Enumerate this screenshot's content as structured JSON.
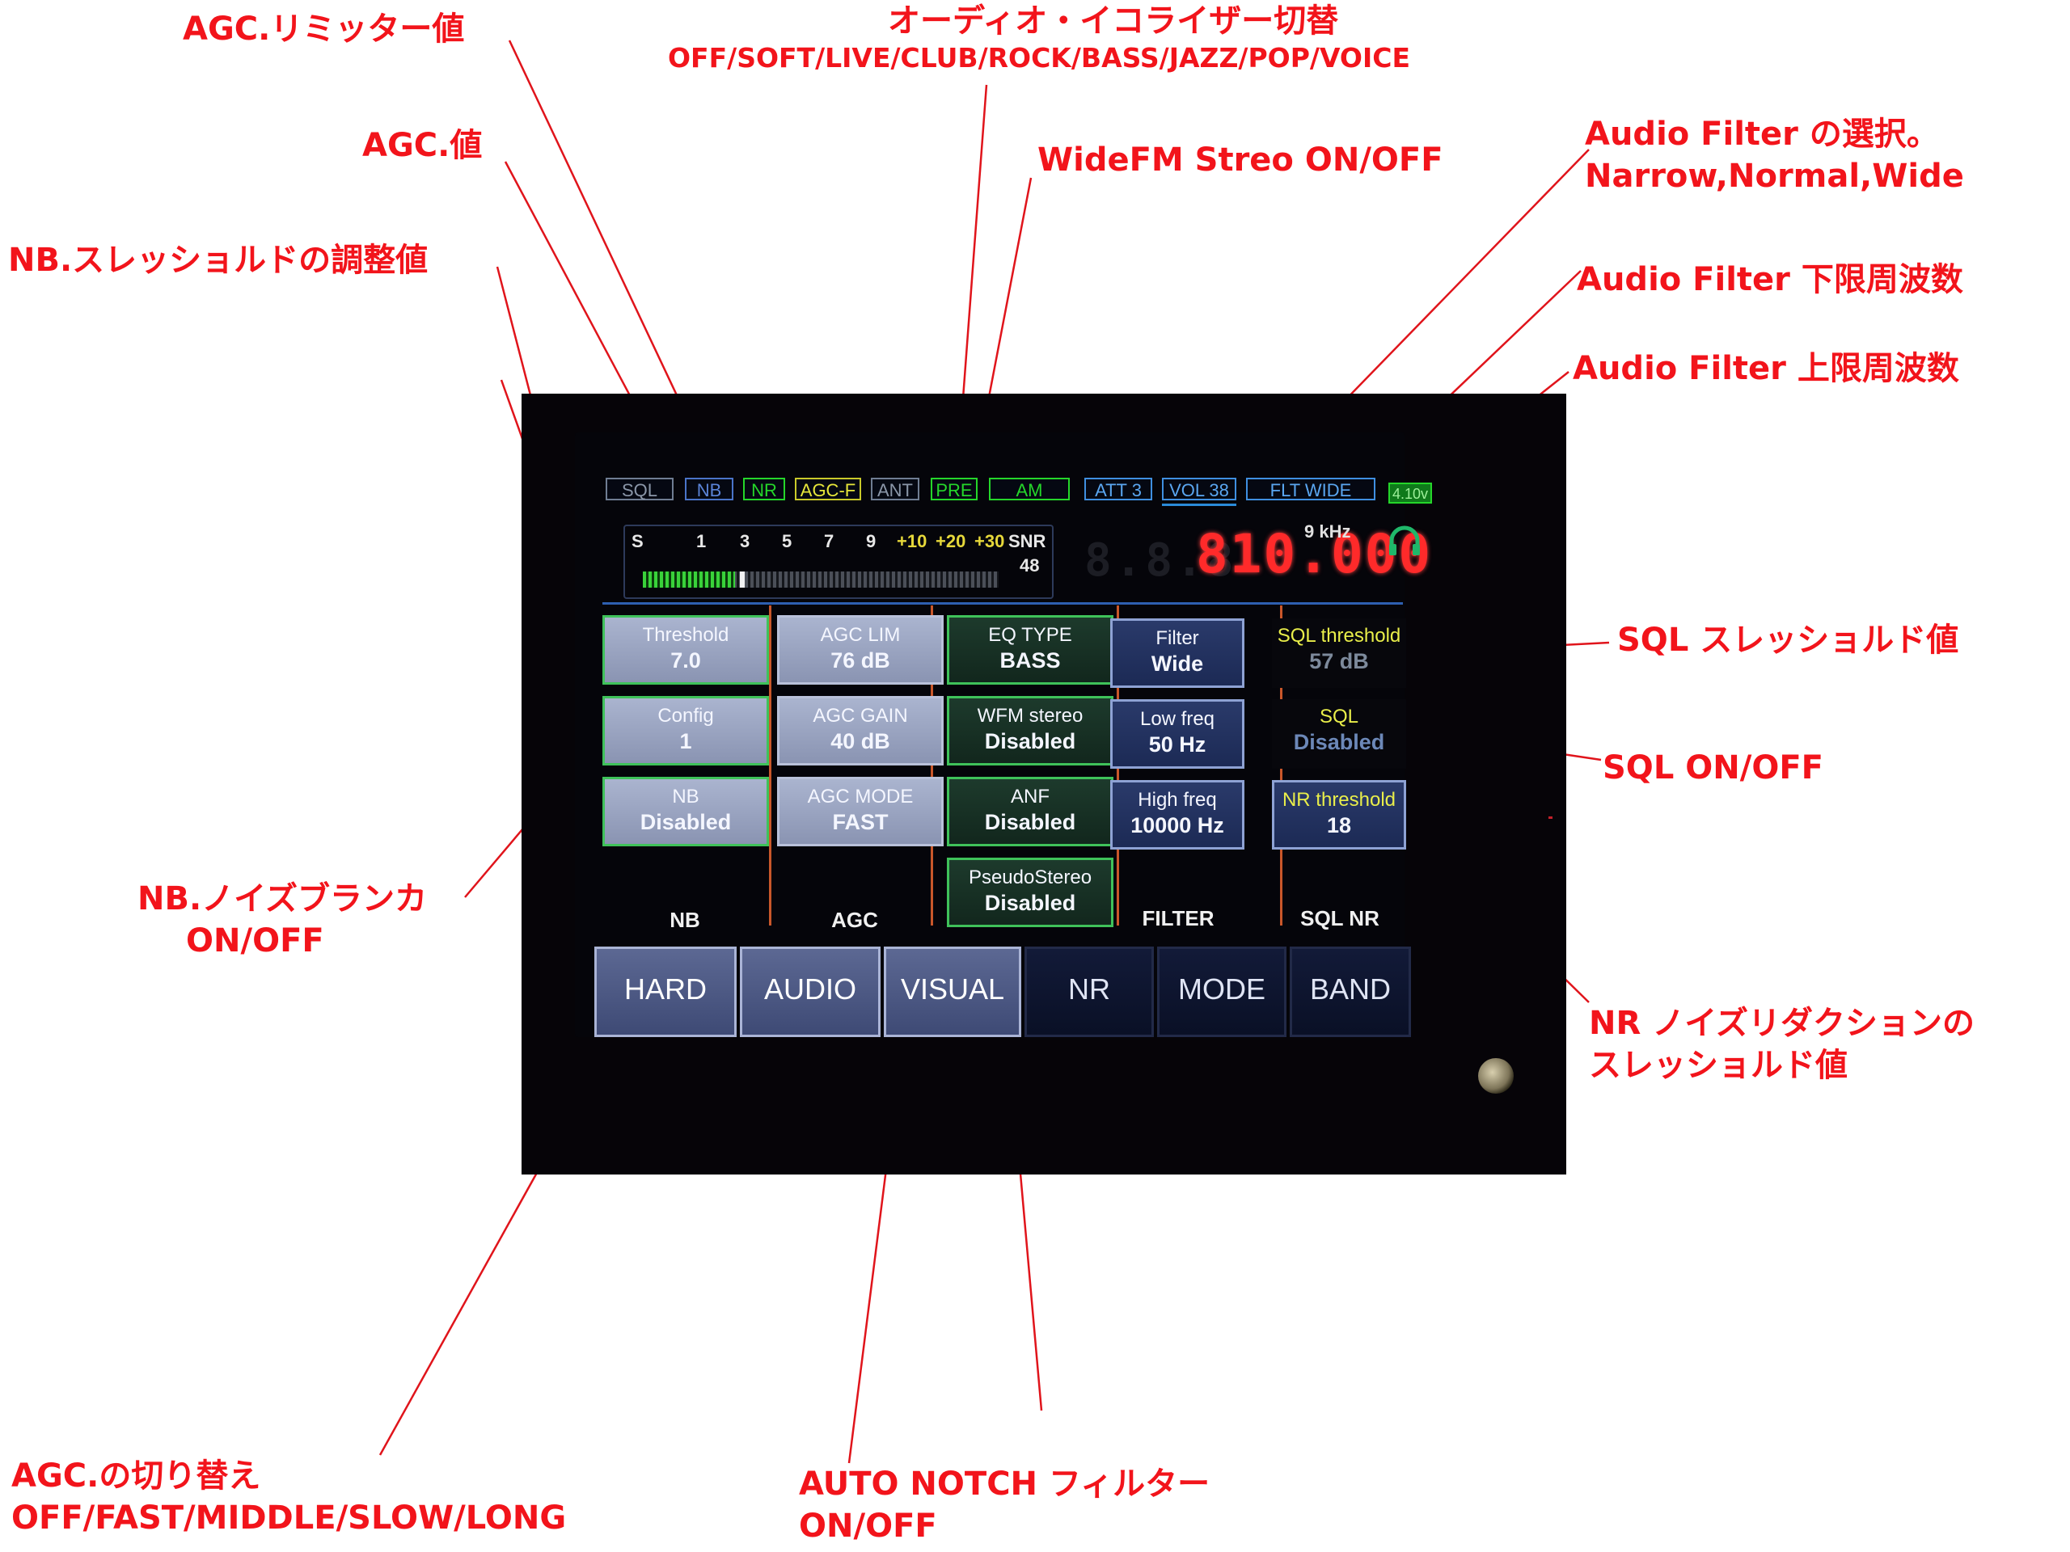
{
  "annotations": {
    "agc_limiter": "AGC.リミッター値",
    "equalizer_title": "オーディオ・イコライザー切替",
    "equalizer_options": "OFF/SOFT/LIVE/CLUB/ROCK/BASS/JAZZ/POP/VOICE",
    "agc_value": "AGC.値",
    "widefm": "WideFM Streo ON/OFF",
    "filter_select_1": "Audio Filter の選択。",
    "filter_select_2": "Narrow,Normal,Wide",
    "nb_threshold": "NB.スレッショルドの調整値",
    "filter_low": "Audio Filter 下限周波数",
    "filter_high": "Audio Filter 上限周波数",
    "sql_threshold": "SQL スレッショルド値",
    "sql_onoff": "SQL ON/OFF",
    "nb_onoff_1": "NB.ノイズブランカ",
    "nb_onoff_2": "ON/OFF",
    "nr_threshold_1": "NR ノイズリダクションの",
    "nr_threshold_2": "スレッショルド値",
    "agc_mode_1": "AGC.の切り替え",
    "agc_mode_2": "OFF/FAST/MIDDLE/SLOW/LONG",
    "anf_1": "AUTO NOTCH フィルター",
    "anf_2": "ON/OFF"
  },
  "status_bar": {
    "tags": [
      "SQL",
      "NB",
      "NR",
      "AGC-F",
      "ANT",
      "PRE",
      "AM",
      "ATT 3",
      "VOL 38",
      "FLT WIDE"
    ],
    "battery": "4.10v",
    "colors": {
      "green": "#25d62a",
      "yellow": "#e6e63a",
      "blue": "#5b84d8",
      "grey": "#8a96a8"
    }
  },
  "meter": {
    "scale": [
      "S",
      "1",
      "3",
      "5",
      "7",
      "9",
      "+10",
      "+20",
      "+30"
    ],
    "snr_label": "SNR",
    "snr_value": "48",
    "level": 0.26
  },
  "frequency": {
    "ghost": "8.8.8",
    "value": "810.000",
    "step": "9 kHz",
    "color": "#ff2a2a"
  },
  "panels": {
    "nb": {
      "label": "NB",
      "buttons": [
        {
          "title": "Threshold",
          "value": "7.0"
        },
        {
          "title": "Config",
          "value": "1"
        },
        {
          "title": "NB",
          "value": "Disabled"
        }
      ]
    },
    "agc": {
      "label": "AGC",
      "buttons": [
        {
          "title": "AGC LIM",
          "value": "76 dB"
        },
        {
          "title": "AGC GAIN",
          "value": "40 dB"
        },
        {
          "title": "AGC MODE",
          "value": "FAST"
        }
      ]
    },
    "audio": {
      "buttons": [
        {
          "title": "EQ TYPE",
          "value": "BASS"
        },
        {
          "title": "WFM stereo",
          "value": "Disabled"
        },
        {
          "title": "ANF",
          "value": "Disabled"
        },
        {
          "title": "PseudoStereo",
          "value": "Disabled"
        }
      ]
    },
    "filter": {
      "label": "FILTER",
      "buttons": [
        {
          "title": "Filter",
          "value": "Wide"
        },
        {
          "title": "Low freq",
          "value": "50 Hz"
        },
        {
          "title": "High freq",
          "value": "10000 Hz"
        }
      ]
    },
    "sqlnr": {
      "label": "SQL NR",
      "buttons": [
        {
          "title": "SQL threshold",
          "value": "57 dB"
        },
        {
          "title": "SQL",
          "value": "Disabled"
        },
        {
          "title": "NR threshold",
          "value": "18"
        }
      ]
    }
  },
  "tabs": [
    "HARD",
    "AUDIO",
    "VISUAL",
    "NR",
    "MODE",
    "BAND"
  ]
}
